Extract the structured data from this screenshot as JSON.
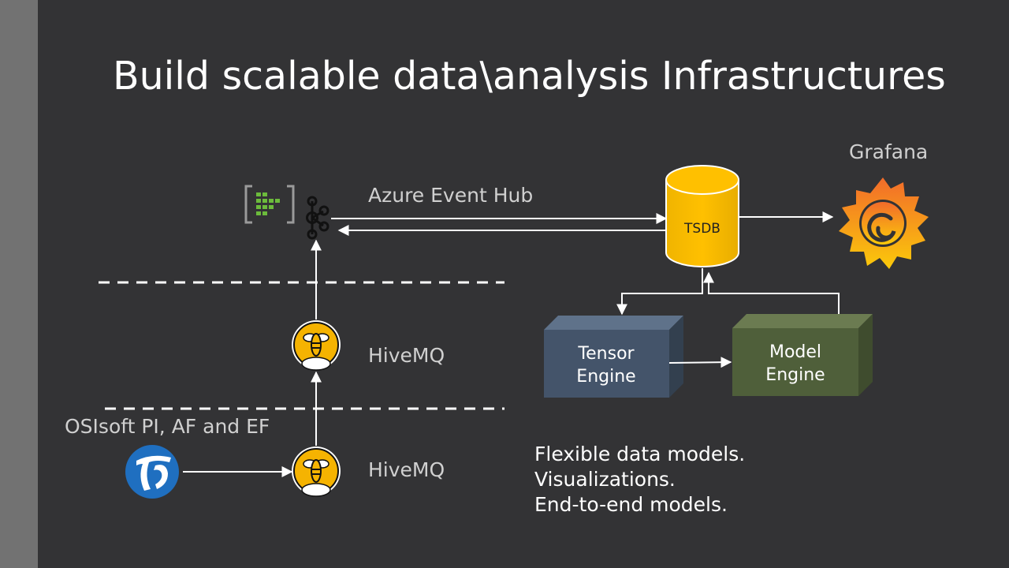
{
  "title": "Build scalable data\\analysis Infrastructures",
  "labels": {
    "azure_event_hub": "Azure Event Hub",
    "grafana": "Grafana",
    "tsdb": "TSDB",
    "hivemq_top": "HiveMQ",
    "hivemq_bottom": "HiveMQ",
    "osisoft": "OSIsoft PI, AF and EF"
  },
  "engines": {
    "tensor_line1": "Tensor",
    "tensor_line2": "Engine",
    "model_line1": "Model",
    "model_line2": "Engine"
  },
  "notes": [
    "Flexible data models.",
    "Visualizations.",
    "End-to-end models."
  ],
  "icons": {
    "event_hub": "azure-event-hub-icon",
    "kafka": "kafka-icon",
    "hivemq": "hivemq-bee-icon",
    "osisoft": "osisoft-pi-icon",
    "grafana": "grafana-icon",
    "tsdb": "database-cylinder-icon"
  },
  "colors": {
    "background": "#333335",
    "side_bar": "#727272",
    "tsdb": "#ffc000",
    "tensor_engine": "#44546a",
    "model_engine": "#4f5f3a",
    "hivemq": "#f5b301",
    "osisoft": "#1f6fc0",
    "event_hub_green": "#6cbb3c"
  }
}
